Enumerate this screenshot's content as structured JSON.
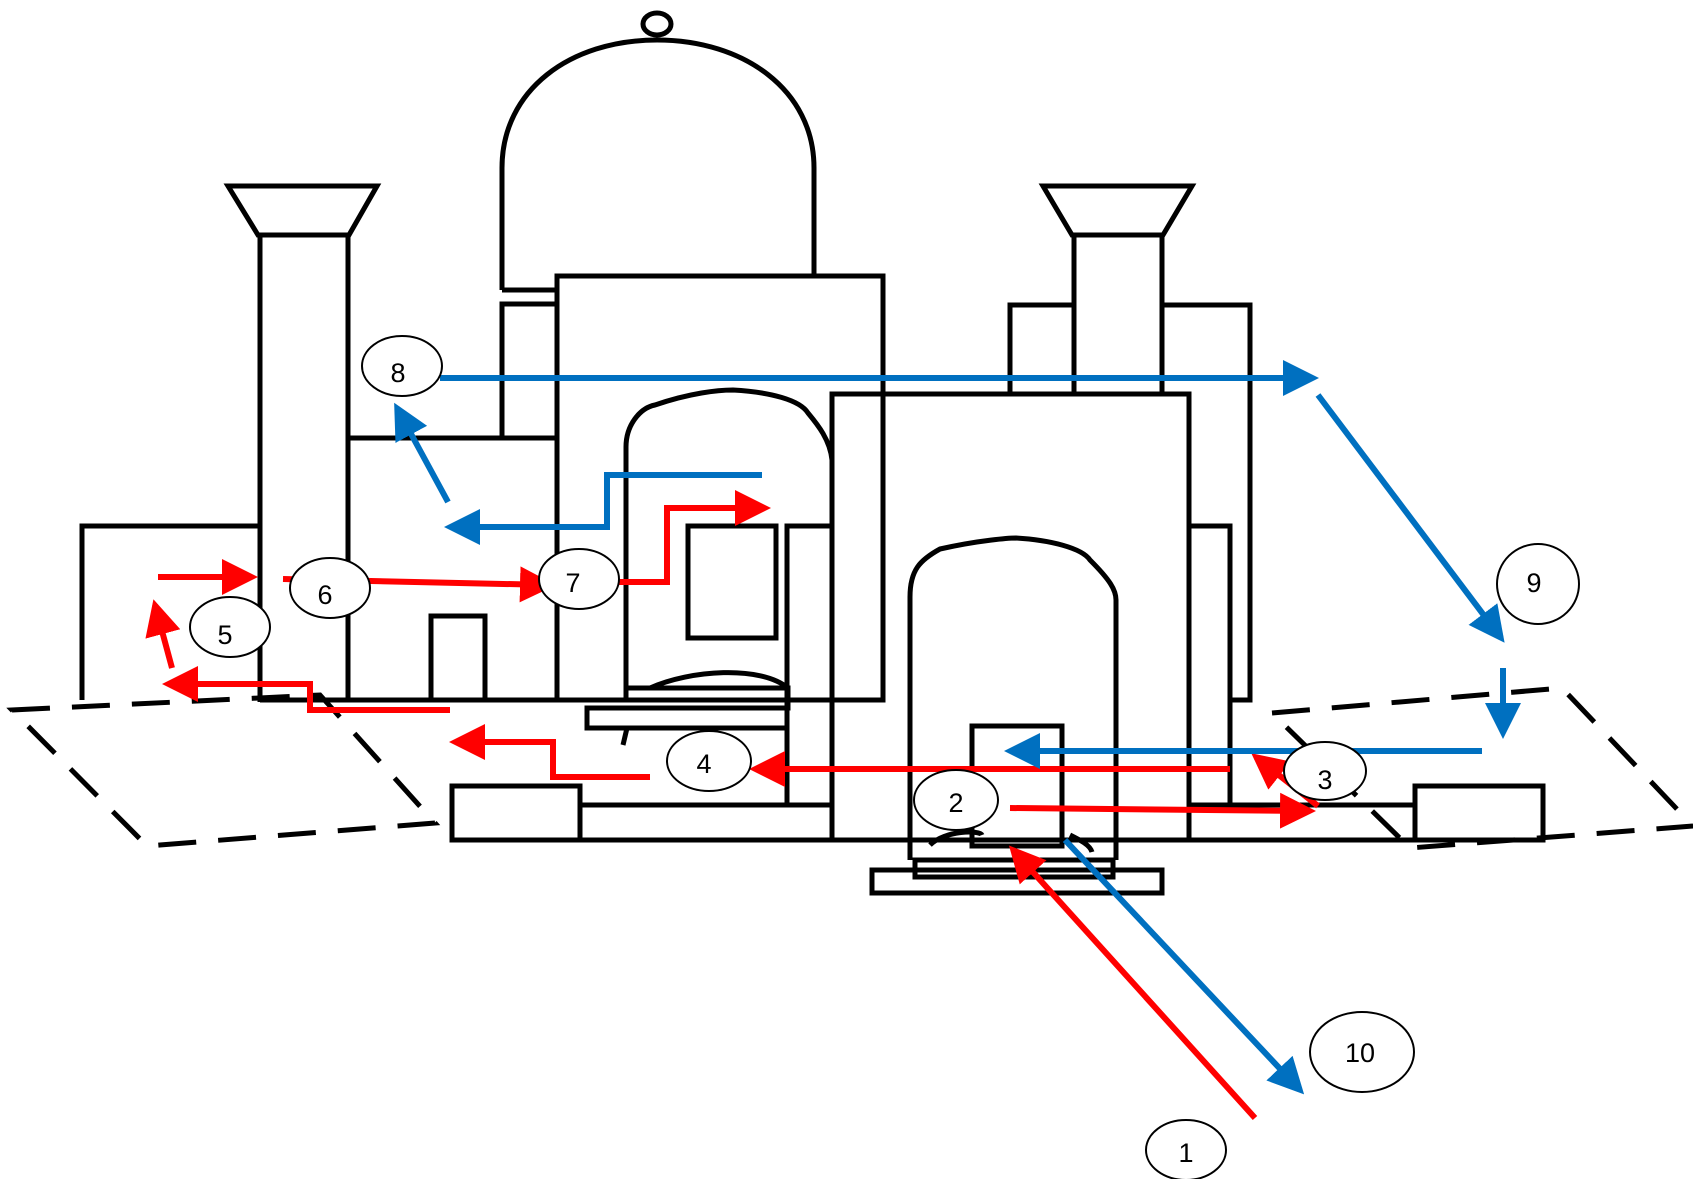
{
  "colors": {
    "outline": "#000000",
    "red_path": "#ff0000",
    "blue_path": "#0070c0",
    "background": "#ffffff"
  },
  "nodes": [
    {
      "id": 1,
      "label": "1"
    },
    {
      "id": 2,
      "label": "2"
    },
    {
      "id": 3,
      "label": "3"
    },
    {
      "id": 4,
      "label": "4"
    },
    {
      "id": 5,
      "label": "5"
    },
    {
      "id": 6,
      "label": "6"
    },
    {
      "id": 7,
      "label": "7"
    },
    {
      "id": 8,
      "label": "8"
    },
    {
      "id": 9,
      "label": "9"
    },
    {
      "id": 10,
      "label": "10"
    }
  ]
}
